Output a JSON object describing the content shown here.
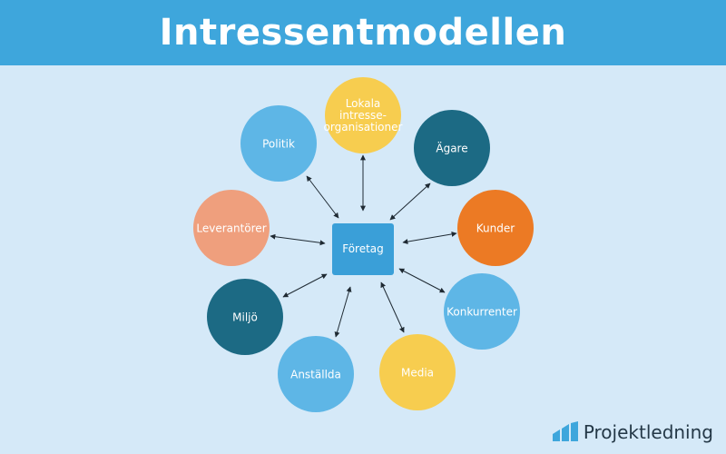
{
  "title": "Intressentmodellen",
  "center": {
    "label": "Företag",
    "color": "#3a9fd8"
  },
  "stakeholders": [
    {
      "id": "lokala",
      "lines": [
        "Lokala",
        "intresse-",
        "organisationer"
      ],
      "color": "#f7cd4f"
    },
    {
      "id": "agare",
      "lines": [
        "Ägare"
      ],
      "color": "#1c6a84"
    },
    {
      "id": "kunder",
      "lines": [
        "Kunder"
      ],
      "color": "#ec7a24"
    },
    {
      "id": "konkurrenter",
      "lines": [
        "Konkurrenter"
      ],
      "color": "#5eb6e6"
    },
    {
      "id": "media",
      "lines": [
        "Media"
      ],
      "color": "#f7cd4f"
    },
    {
      "id": "anstallda",
      "lines": [
        "Anställda"
      ],
      "color": "#5eb6e6"
    },
    {
      "id": "miljo",
      "lines": [
        "Miljö"
      ],
      "color": "#1c6a84"
    },
    {
      "id": "leverantorer",
      "lines": [
        "Leverantörer"
      ],
      "color": "#ef9f7d"
    },
    {
      "id": "politik",
      "lines": [
        "Politik"
      ],
      "color": "#5eb6e6"
    }
  ],
  "brand": {
    "name": "Projektledning",
    "logo_color": "#3ea6dc",
    "text_color": "#243847"
  },
  "colors": {
    "header": "#3ea6dc",
    "background": "#d5e9f8",
    "arrow": "#1f2a33"
  }
}
